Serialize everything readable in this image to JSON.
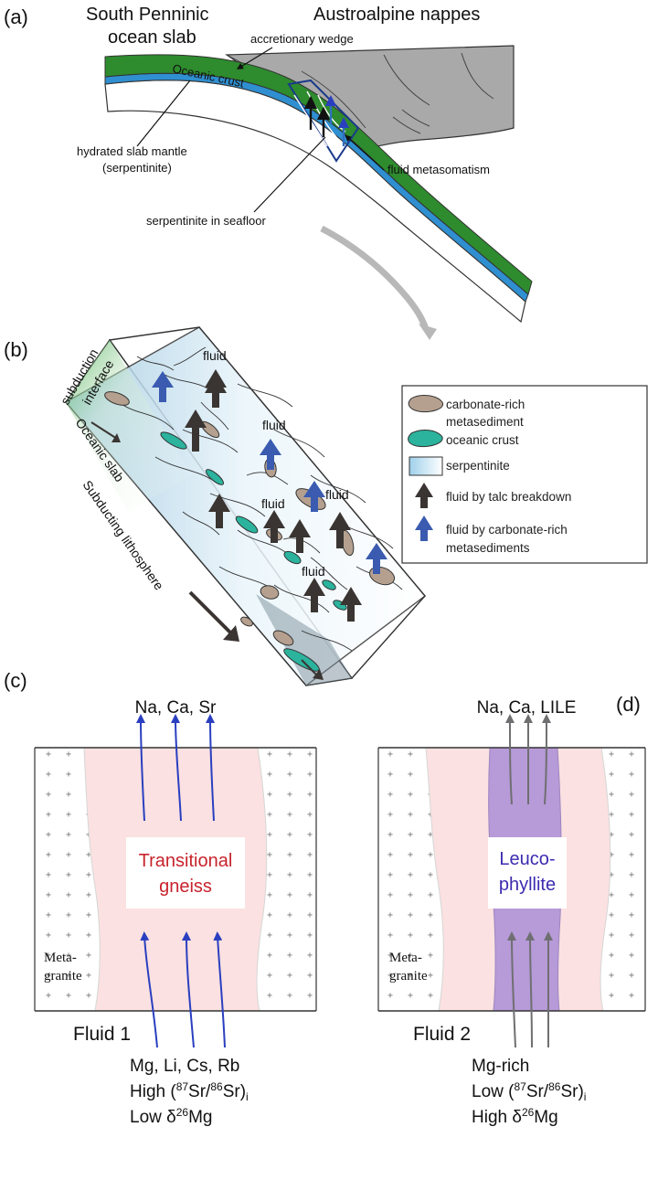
{
  "panel_a": {
    "label": "(a)",
    "south_penninic_line1": "South Penninic",
    "south_penninic_line2": "ocean slab",
    "austroalpine": "Austroalpine nappes",
    "accretionary_wedge": "accretionary wedge",
    "oceanic_crust": "Oceanic crust",
    "hydrated_mantle_line1": "hydrated slab mantle",
    "hydrated_mantle_line2": "(serpentinite)",
    "fluid_metasomatism": "fluid metasomatism",
    "serpentinite_seafloor": "serpentinite in seafloor"
  },
  "panel_b": {
    "label": "(b)",
    "subduction_line1": "subduction",
    "subduction_line2": "interface",
    "oceanic_slab": "Oceanic slab",
    "subducting_lithosphere": "Subducting lithosphere",
    "fluid_labels": [
      "fluid",
      "fluid",
      "fluid",
      "fluid",
      "fluid"
    ],
    "legend": {
      "carbonate_line1": "carbonate-rich",
      "carbonate_line2": "metasediment",
      "oceanic_crust": "oceanic crust",
      "serpentinite": "serpentinite",
      "talc": "fluid by talc breakdown",
      "carb_fluid_line1": "fluid by carbonate-rich",
      "carb_fluid_line2": "metasediments"
    }
  },
  "panel_c": {
    "label": "(c)",
    "top_elements": "Na, Ca, Sr",
    "box_line1": "Transitional",
    "box_line2": "gneiss",
    "meta_line1": "Meta-",
    "meta_line2": "granite",
    "fluid_title": "Fluid 1",
    "elements": "Mg, Li, Cs, Rb",
    "ratio_prefix": "High",
    "ratio_sup1": "87",
    "ratio_mid": "Sr/",
    "ratio_sup2": "86",
    "ratio_end": "Sr)",
    "ratio_sub": "i",
    "mg_prefix": "Low",
    "mg_delta": "δ",
    "mg_sup": "26",
    "mg_end": "Mg"
  },
  "panel_d": {
    "label": "(d)",
    "top_elements": "Na, Ca, LILE",
    "box_line1": "Leuco-",
    "box_line2": "phyllite",
    "meta_line1": "Meta-",
    "meta_line2": "granite",
    "fluid_title": "Fluid 2",
    "elements": "Mg-rich",
    "ratio_prefix": "Low",
    "ratio_sup1": "87",
    "ratio_mid": "Sr/",
    "ratio_sup2": "86",
    "ratio_end": "Sr)",
    "ratio_sub": "i",
    "mg_prefix": "High",
    "mg_delta": "δ",
    "mg_sup": "26",
    "mg_end": "Mg"
  },
  "colors": {
    "oceanic_crust_green": "#2e8b2e",
    "slab_blue": "#2f8fd0",
    "wedge_gray": "#a9a9a9",
    "carbonate_brown": "#b5a08f",
    "crust_teal": "#2bb39d",
    "arrow_dark": "#3a3532",
    "arrow_blue": "#3a5bb0",
    "pink_zone": "#fbe1e1",
    "purple_zone": "#b79ad8"
  }
}
